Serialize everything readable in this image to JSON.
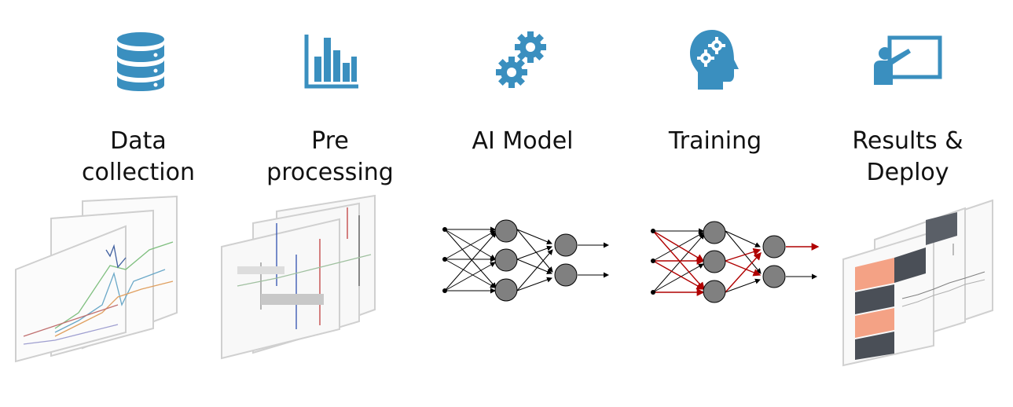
{
  "colors": {
    "icon": "#3a8fbf",
    "node": "#808080",
    "edge": "#000000",
    "backprop": "#b00000",
    "heat_orange": "#f4a285",
    "heat_dark": "#4a4f57"
  },
  "stages": [
    {
      "icon": "database-icon",
      "label": "Data\ncollection",
      "illustration": "stacked-line-chart-panels"
    },
    {
      "icon": "bar-chart-icon",
      "label": "Pre\nprocessing",
      "illustration": "stacked-filtered-signal-panels"
    },
    {
      "icon": "gears-icon",
      "label": "AI Model",
      "illustration": "neural-network"
    },
    {
      "icon": "head-gears-icon",
      "label": "Training",
      "illustration": "neural-network-backprop"
    },
    {
      "icon": "presentation-icon",
      "label": "Results &\nDeploy",
      "illustration": "stacked-heatmap-panels"
    }
  ],
  "network": {
    "inputs": 3,
    "hidden": 3,
    "outputs": 2
  }
}
